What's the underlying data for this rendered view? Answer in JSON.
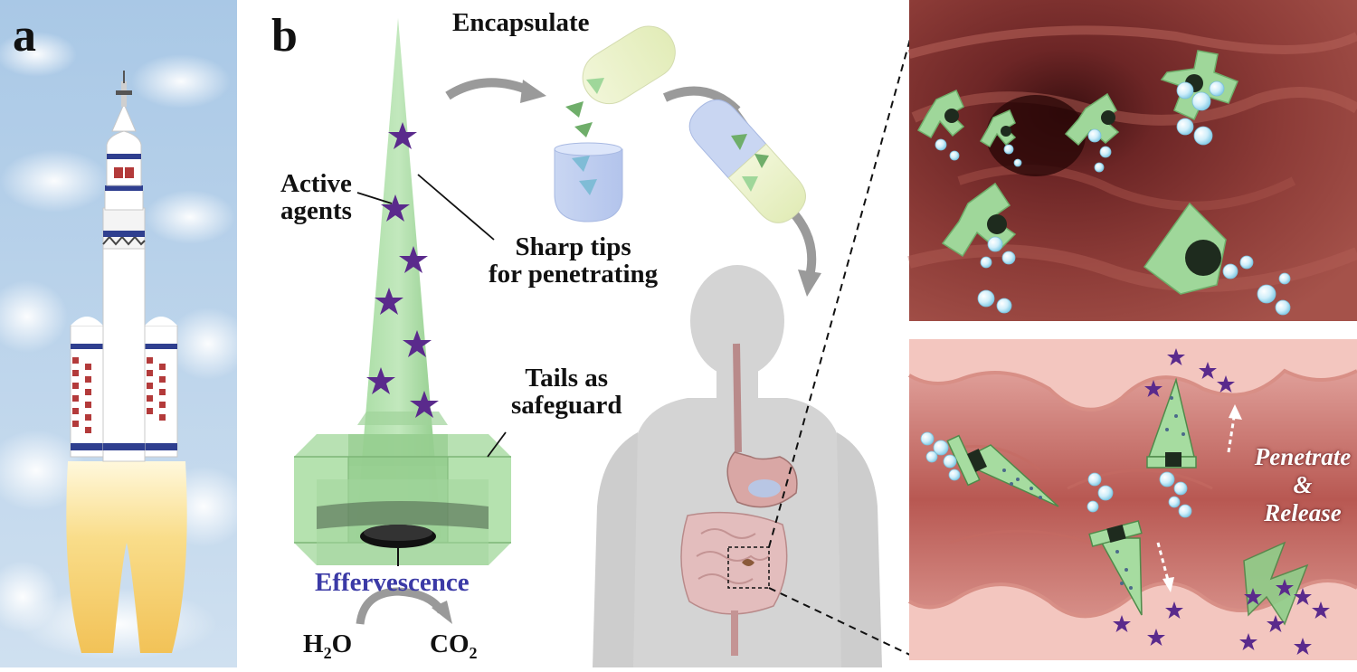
{
  "panels": {
    "a": {
      "letter": "a"
    },
    "b": {
      "letter": "b"
    }
  },
  "labels": {
    "encapsulate": "Encapsulate",
    "active_agents_line1": "Active",
    "active_agents_line2": "agents",
    "sharp_tips_line1": "Sharp tips",
    "sharp_tips_line2": "for penetrating",
    "tails_line1": "Tails as",
    "tails_line2": "safeguard",
    "effervescence": "Effervescence",
    "h2o": "H",
    "h2o_sub": "2",
    "h2o_tail": "O",
    "co2": "CO",
    "co2_sub": "2"
  },
  "overlay": {
    "line1": "Penetrate",
    "line2": "&",
    "line3": "Release"
  },
  "colors": {
    "cone_green": "#9fd79a",
    "cone_dark": "#6fae6a",
    "star_purple": "#5a2a8c",
    "effervescence_blue": "#3b3aa6",
    "arrow_gray": "#9a9a9a",
    "body_gray": "#d4d4d4",
    "flame_yellow": "#f7d77a",
    "sky_blue": "#bcd7ee",
    "intestine_red": "#8a3a36",
    "tissue_pink": "#efb7b0"
  }
}
